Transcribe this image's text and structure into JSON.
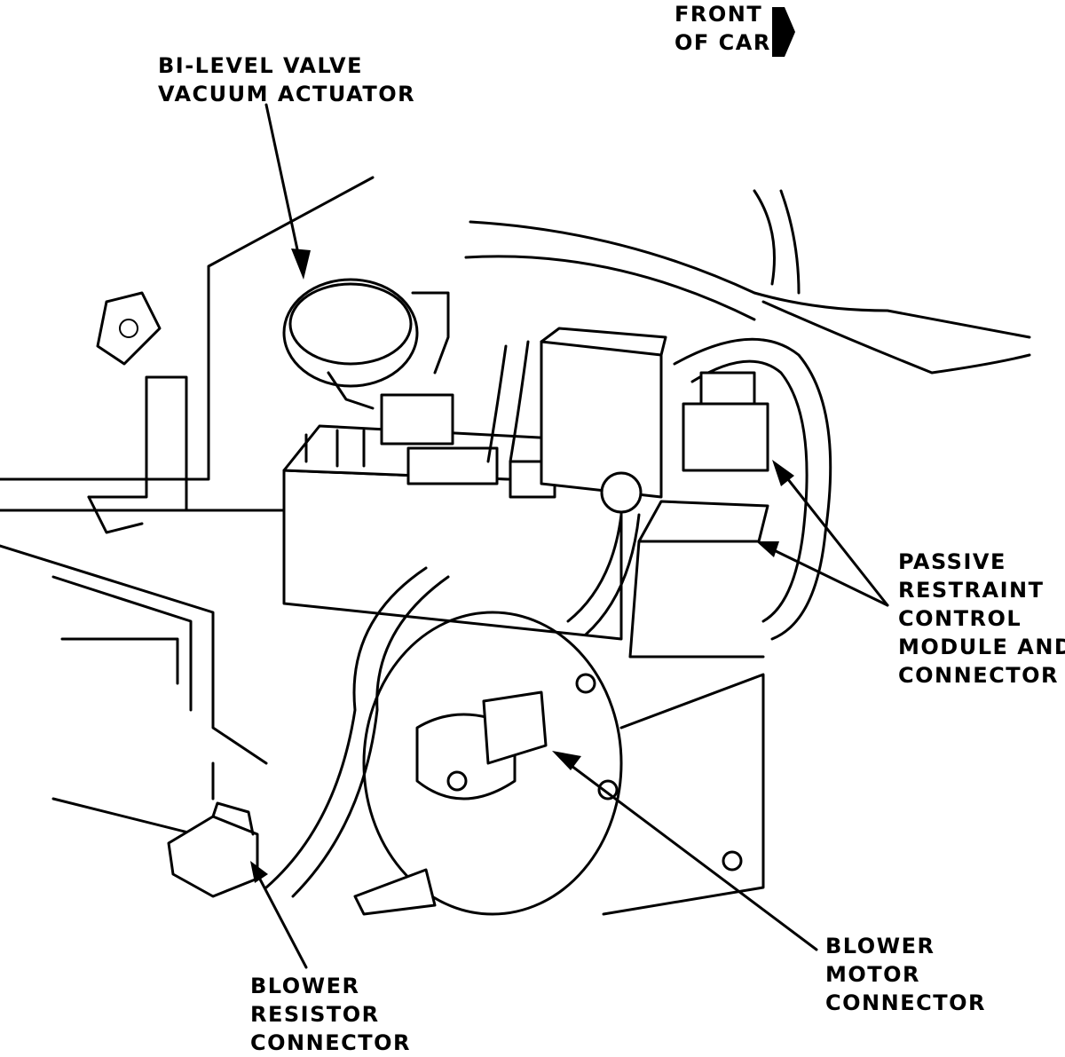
{
  "labels": {
    "front_of_car": [
      "FRONT",
      "OF CAR"
    ],
    "bilevel_actuator": [
      "BI-LEVEL VALVE",
      "VACUUM ACTUATOR"
    ],
    "passive_restraint": [
      "PASSIVE",
      "RESTRAINT",
      "CONTROL",
      "MODULE AND",
      "CONNECTOR"
    ],
    "blower_motor": [
      "BLOWER",
      "MOTOR",
      "CONNECTOR"
    ],
    "blower_resistor": [
      "BLOWER",
      "RESISTOR",
      "CONNECTOR"
    ]
  },
  "icons": {
    "front_arrow": "right-arrow-icon"
  }
}
